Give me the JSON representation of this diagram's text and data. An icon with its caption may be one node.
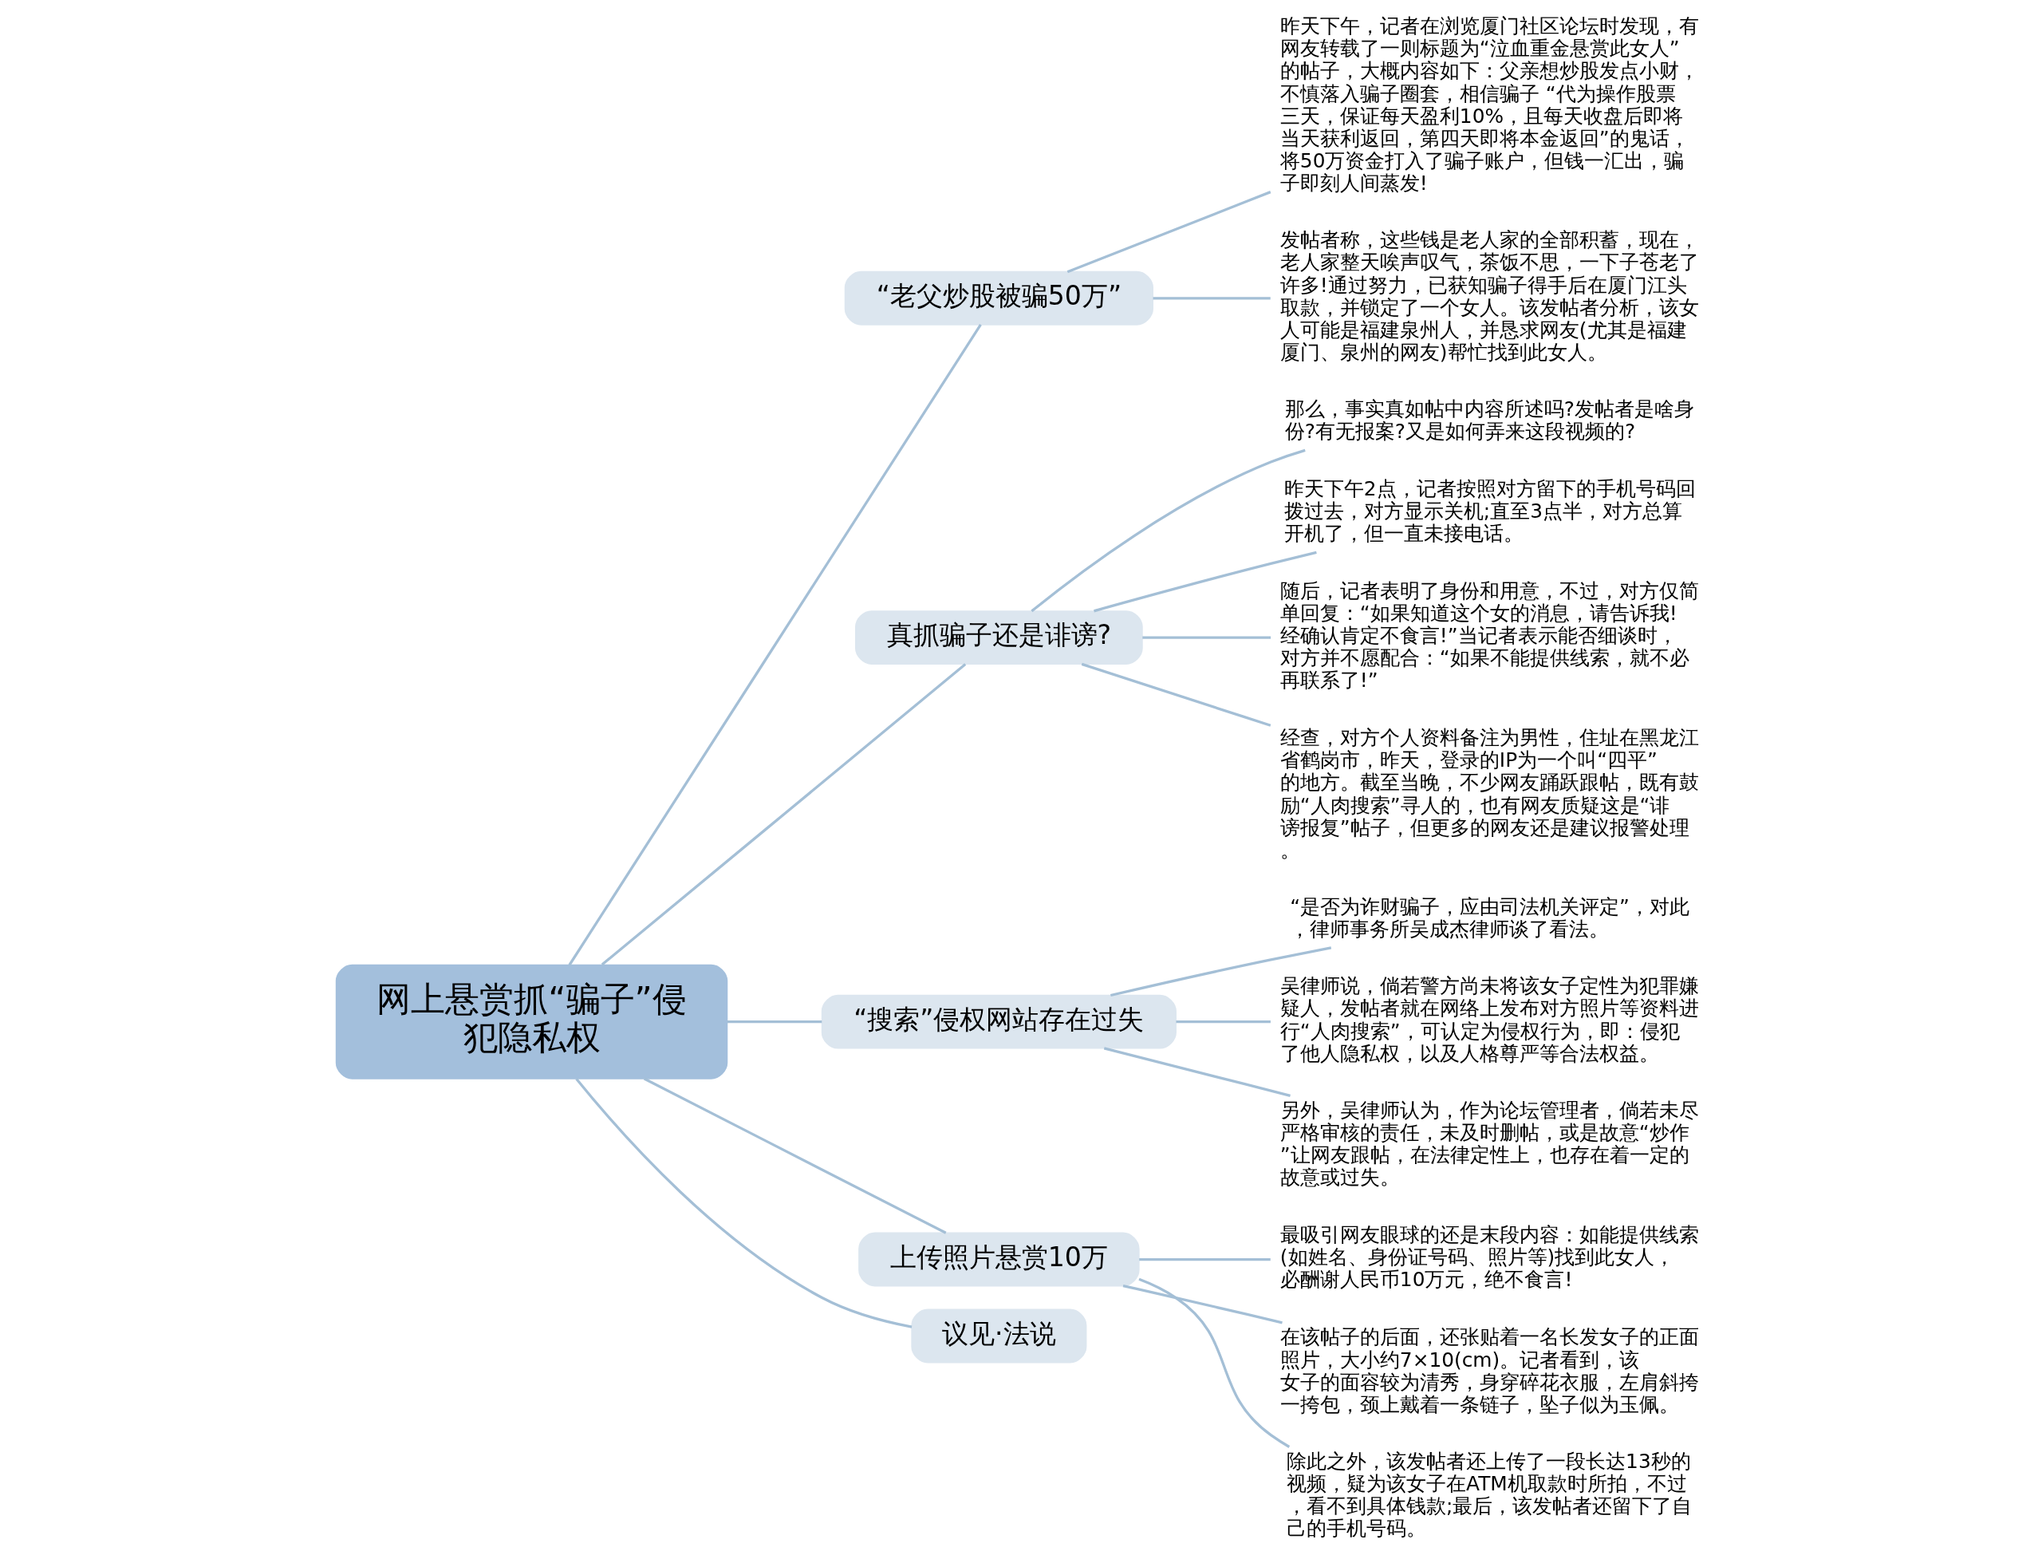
{
  "diagram": {
    "nodes": [
      {
        "text": [
          "网上悬赏抓“骗子”侵犯隐私权"
        ]
      },
      {
        "text": [
          "“老父炒股被骗50万”"
        ]
      },
      {
        "text": [
          "昨天下午，记者在浏览厦门社区论坛时发现，有网友转载了一则标题为“泣血重金悬赏此女人”的帖子，大概内容如下：父亲想炒股发点小财，不慎落入骗子圈套，相信骗子 “代为操作股票三天，保证每天盈利10%，且每天收盘后即将当天获利返回，第四天即将本金返回”的鬼话，将50万资金打入了骗子账户，但钱一汇出，骗子即刻人间蒸发!"
        ]
      },
      {
        "text": [
          "发帖者称，这些钱是老人家的全部积蓄，现在，老人家整天唉声叹气，茶饭不思，一下子苍老了许多!通过努力，已获知骗子得手后在厦门江头取款，并锁定了一个女人。该发帖者分析，该女人可能是福建泉州人，并恳求网友(尤其是福建厦门、泉州的网友)帮忙找到此女人。"
        ]
      },
      {
        "text": [
          "真抓骗子还是诽谤?"
        ]
      },
      {
        "text": [
          "那么，事实真如帖中内容所述吗?发帖者是啥身份?有无报案?又是如何弄来这段视频的?"
        ]
      },
      {
        "text": [
          "昨天下午2点，记者按照对方留下的手机号码回拨过去，对方显示关机;直至3点半，对方总算开机了，但一直未接电话。"
        ]
      },
      {
        "text": [
          "随后，记者表明了身份和用意，不过，对方仅简单回复：“如果知道这个女的消息，请告诉我!经确认肯定不食言!”当记者表示能否细谈时，对方并不愿配合：“如果不能提供线索，就不必再联系了!”"
        ]
      },
      {
        "text": [
          "经查，对方个人资料备注为男性，住址在黑龙江省鹤岗市，昨天，登录的IP为一个叫“四平”的地方。截至当晚，不少网友踊跃跟帖，既有鼓励“人肉搜索”寻人的，也有网友质疑这是“诽谤报复”帖子，但更多的网友还是建议报警处理。"
        ]
      },
      {
        "text": [
          "“搜索”侵权网站存在过失"
        ]
      },
      {
        "text": [
          "“是否为诈财骗子，应由司法机关评定”，对此，律师事务所吴成杰律师谈了看法。"
        ]
      },
      {
        "text": [
          "吴律师说，倘若警方尚未将该女子定性为犯罪嫌疑人，发帖者就在网络上发布对方照片等资料进行“人肉搜索”，可认定为侵权行为，即：侵犯了他人隐私权，以及人格尊严等合法权益。"
        ]
      },
      {
        "text": [
          "另外，吴律师认为，作为论坛管理者，倘若未尽严格审核的责任，未及时删帖，或是故意“炒作”让网友跟帖，在法律定性上，也存在着一定的故意或过失。"
        ]
      },
      {
        "text": [
          "上传照片悬赏10万"
        ]
      },
      {
        "text": [
          "最吸引网友眼球的还是末段内容：如能提供线索(如姓名、身份证号码、照片等)找到此女人，必酬谢人民币10万元，绝不食言!"
        ]
      },
      {
        "text": [
          "在该帖子的后面，还张贴着一名长发女子的正面照片，大小约7×10(cm)。记者看到，该女子的面容较为清秀，身穿碎花衣服，左肩斜挎一挎包，颈上戴着一条链子，坠子似为玉佩。"
        ]
      },
      {
        "text": [
          "除此之外，该发帖者还上传了一段长达13秒的视频，疑为该女子在ATM机取款时所拍，不过，看不到具体钱款;最后，该发帖者还留下了自己的手机号码。"
        ]
      },
      {
        "text": [
          "议见·法说"
        ]
      }
    ],
    "edges": [
      {
        "from": 0,
        "to": 1,
        "arrow": "none"
      },
      {
        "from": 1,
        "to": 2,
        "arrow": "none"
      },
      {
        "from": 1,
        "to": 3,
        "arrow": "none"
      },
      {
        "from": 0,
        "to": 4,
        "arrow": "none"
      },
      {
        "from": 4,
        "to": 5,
        "arrow": "none"
      },
      {
        "from": 4,
        "to": 6,
        "arrow": "none"
      },
      {
        "from": 4,
        "to": 7,
        "arrow": "none"
      },
      {
        "from": 4,
        "to": 8,
        "arrow": "none"
      },
      {
        "from": 0,
        "to": 9,
        "arrow": "none"
      },
      {
        "from": 9,
        "to": 10,
        "arrow": "none"
      },
      {
        "from": 9,
        "to": 11,
        "arrow": "none"
      },
      {
        "from": 9,
        "to": 12,
        "arrow": "none"
      },
      {
        "from": 0,
        "to": 13,
        "arrow": "none"
      },
      {
        "from": 13,
        "to": 14,
        "arrow": "none"
      },
      {
        "from": 13,
        "to": 15,
        "arrow": "none"
      },
      {
        "from": 13,
        "to": 16,
        "arrow": "none"
      },
      {
        "from": 0,
        "to": 17,
        "arrow": "none"
      }
    ]
  }
}
